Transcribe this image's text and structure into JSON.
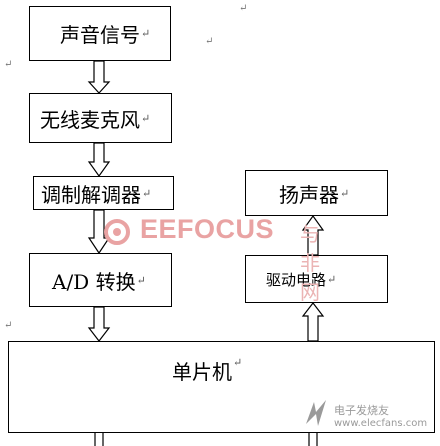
{
  "blocks": {
    "sound_signal": "声音信号",
    "wireless_mic": "无线麦克风",
    "modem": "调制解调器",
    "ad_convert": "A/D 转换",
    "speaker": "扬声器",
    "driver_circuit": "驱动电路",
    "mcu": "单片机"
  },
  "paragraph_mark": "↵",
  "watermark": {
    "brand": "EEFOCUS",
    "brand_cn": "与非网",
    "site": "电子发烧友",
    "url": "www.elecfans.com"
  }
}
